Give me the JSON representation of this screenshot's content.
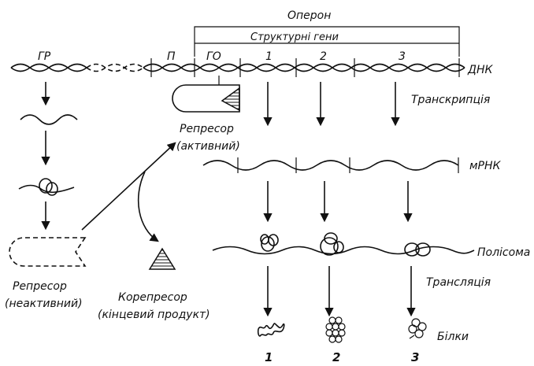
{
  "labels": {
    "operon": "Оперон",
    "structural_genes": "Структурні гени",
    "gr": "ГР",
    "p": "П",
    "go": "ГО",
    "gene_1": "1",
    "gene_2": "2",
    "gene_3": "3",
    "dna": "ДНК",
    "transcription": "Транскрипція",
    "repressor_active_line1": "Репресор",
    "repressor_active_line2": "(активний)",
    "mrna": "мРНК",
    "polysome": "Полісома",
    "translation": "Трансляція",
    "repressor_inactive_line1": "Репресор",
    "repressor_inactive_line2": "(неактивний)",
    "corepressor_line1": "Корепресор",
    "corepressor_line2": "(кінцевий продукт)",
    "proteins": "Білки",
    "protein_1": "1",
    "protein_2": "2",
    "protein_3": "3"
  }
}
